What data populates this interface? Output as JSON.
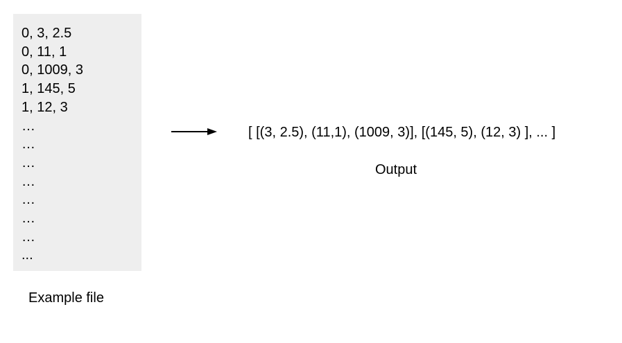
{
  "example_file": {
    "lines": [
      "0, 3, 2.5",
      "0, 11, 1",
      "0, 1009, 3",
      "1, 145, 5",
      "1, 12, 3",
      "…",
      "…",
      "…",
      "…",
      "…",
      "…",
      "…",
      "..."
    ],
    "caption": "Example file"
  },
  "output": {
    "text": "[ [(3, 2.5), (11,1), (1009, 3)], [(145, 5), (12, 3) ], ... ]",
    "caption": "Output"
  },
  "colors": {
    "file_background": "#eeeeee",
    "text": "#000000",
    "arrow": "#000000"
  }
}
